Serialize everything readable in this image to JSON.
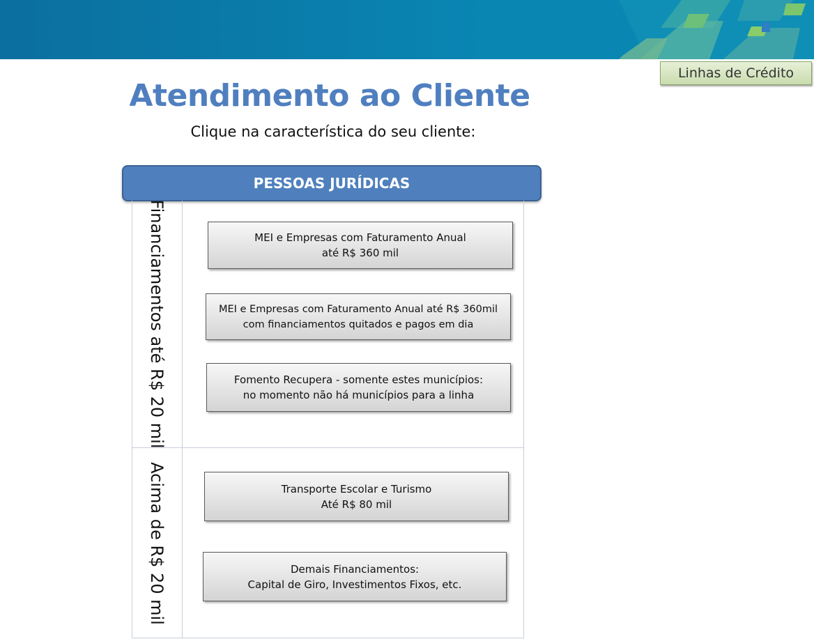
{
  "header": {
    "credit_button_label": "Linhas de Crédito"
  },
  "page": {
    "title": "Atendimento ao Cliente",
    "subtitle": "Clique na característica do seu cliente:"
  },
  "section": {
    "title": "PESSOAS JURÍDICAS",
    "groups": [
      {
        "label": "Financiamentos até R$ 20 mil",
        "options": [
          {
            "line1": "MEI e Empresas com Faturamento Anual",
            "line2": "até R$ 360 mil"
          },
          {
            "line1": "MEI e Empresas com Faturamento Anual até R$ 360mil",
            "line2": "com financiamentos quitados e pagos em dia"
          },
          {
            "line1": "Fomento Recupera - somente estes municípios:",
            "line2": "no momento não há municípios para a linha"
          }
        ]
      },
      {
        "label": "Acima de R$ 20 mil",
        "options": [
          {
            "line1": "Transporte Escolar e Turismo",
            "line2": "Até R$ 80 mil"
          },
          {
            "line1": "Demais Financiamentos:",
            "line2": "Capital de Giro, Investimentos Fixos, etc."
          }
        ]
      }
    ]
  },
  "colors": {
    "banner": "#0a86b3",
    "title": "#4f7fbf",
    "section_header": "#4f80bd",
    "credit_button": "#d6e6c2"
  }
}
